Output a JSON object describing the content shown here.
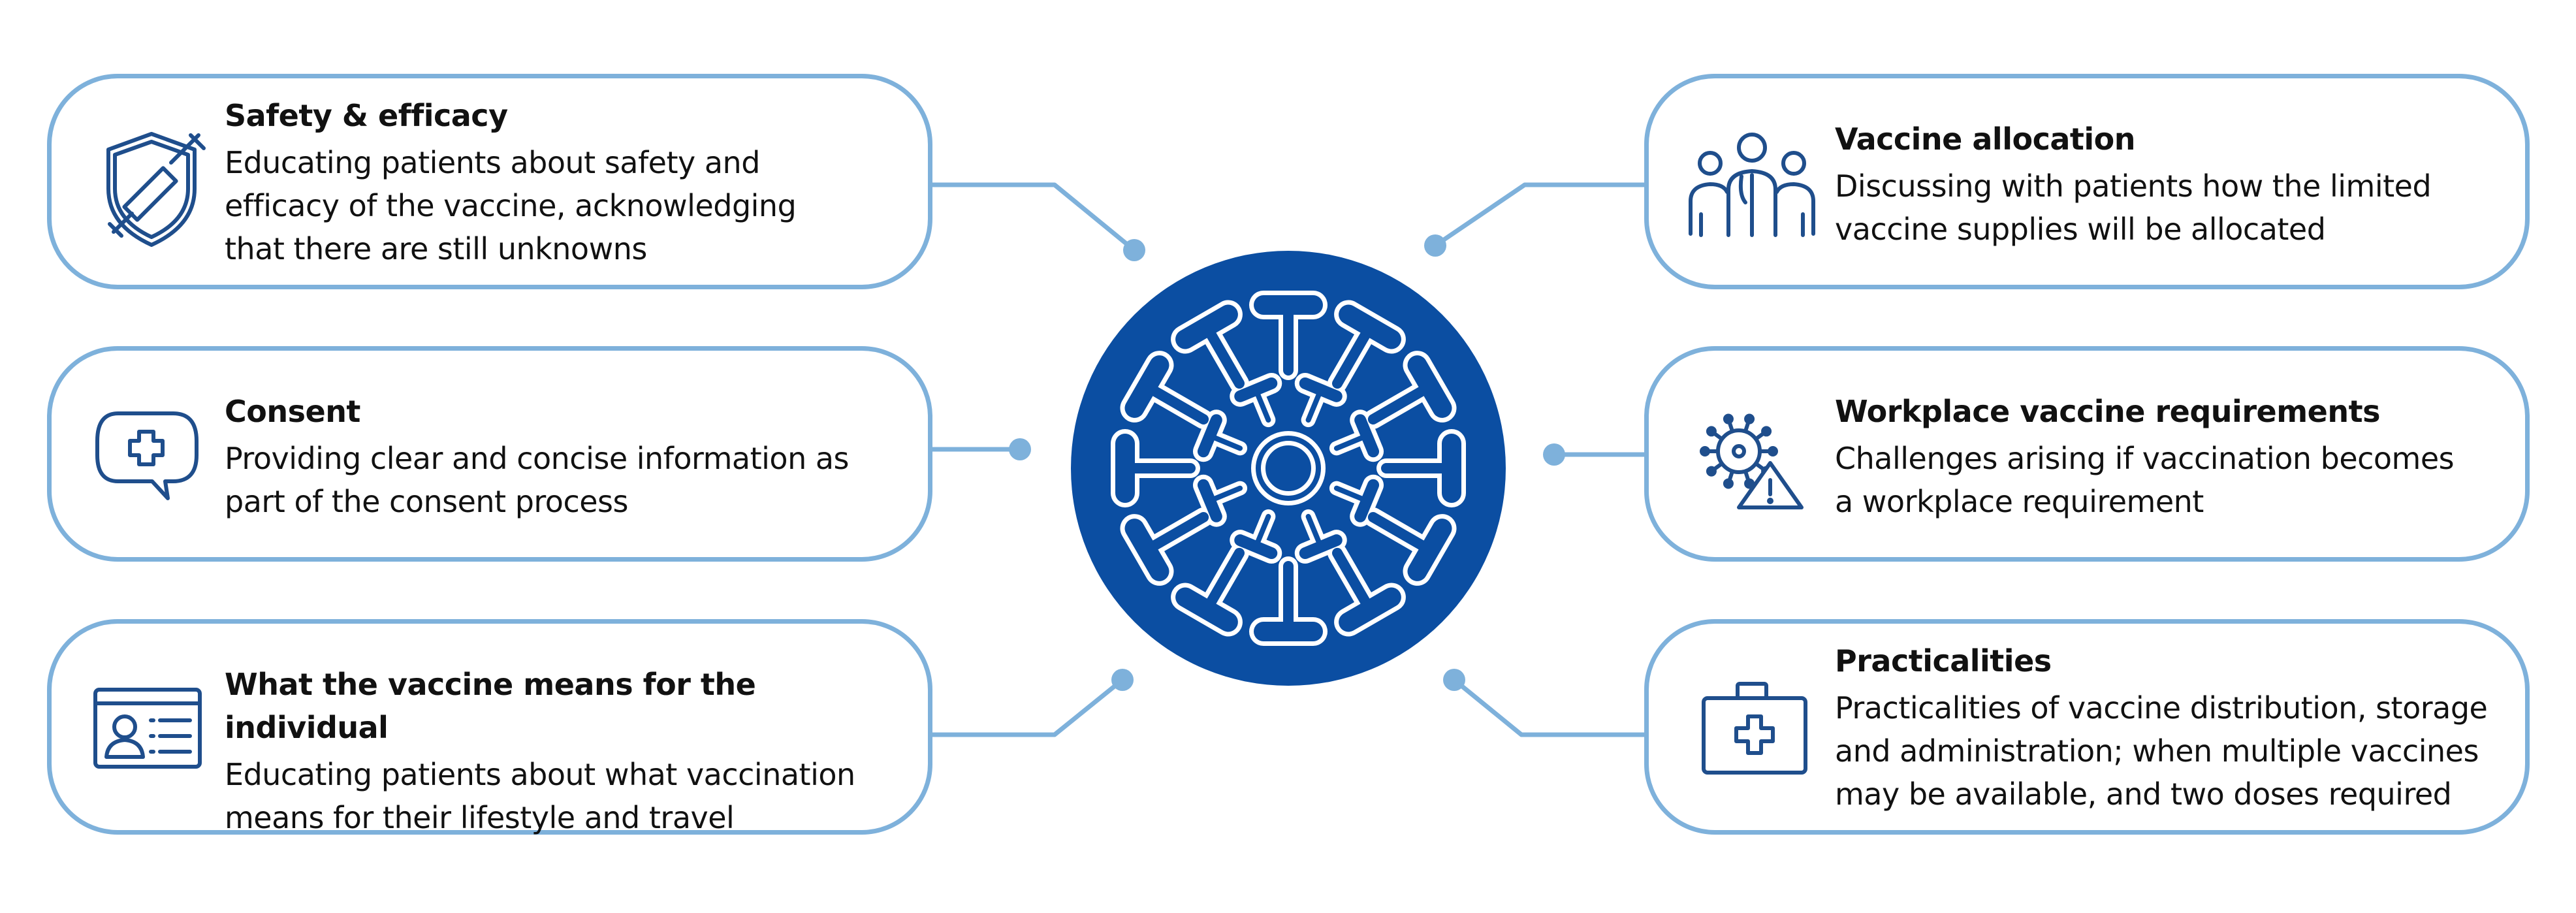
{
  "topics": [
    {
      "id": "safety",
      "title": "Safety & efficacy",
      "description": "Educating patients about safety and\nefficacy of the vaccine, acknowledging\nthat there are still unknowns",
      "icon": "shield-syringe-icon"
    },
    {
      "id": "consent",
      "title": "Consent",
      "description": "Providing clear and concise information as\npart of the consent process",
      "icon": "speech-bubble-cross-icon"
    },
    {
      "id": "individual",
      "title": "What the vaccine means for the individual",
      "description": "Educating patients about what vaccination\nmeans for their lifestyle and travel",
      "icon": "id-card-icon"
    },
    {
      "id": "allocation",
      "title": "Vaccine allocation",
      "description": "Discussing with patients how the limited\nvaccine supplies will be allocated",
      "icon": "people-group-icon"
    },
    {
      "id": "workplace",
      "title": "Workplace vaccine requirements",
      "description": "Challenges arising if vaccination becomes\na workplace requirement",
      "icon": "virus-warning-icon"
    },
    {
      "id": "practicalities",
      "title": "Practicalities",
      "description": "Practicalities of vaccine distribution, storage\nand administration; when multiple vaccines\nmay be available, and two doses required",
      "icon": "medical-kit-icon"
    }
  ],
  "colors": {
    "navy": "#0B4EA2",
    "icon_blue": "#1F4E8C",
    "card_border": "#7EB1DB",
    "connector": "#7EB1DB",
    "text": "#111111",
    "background": "#FFFFFF"
  },
  "center": {
    "icon": "coronavirus-icon"
  }
}
